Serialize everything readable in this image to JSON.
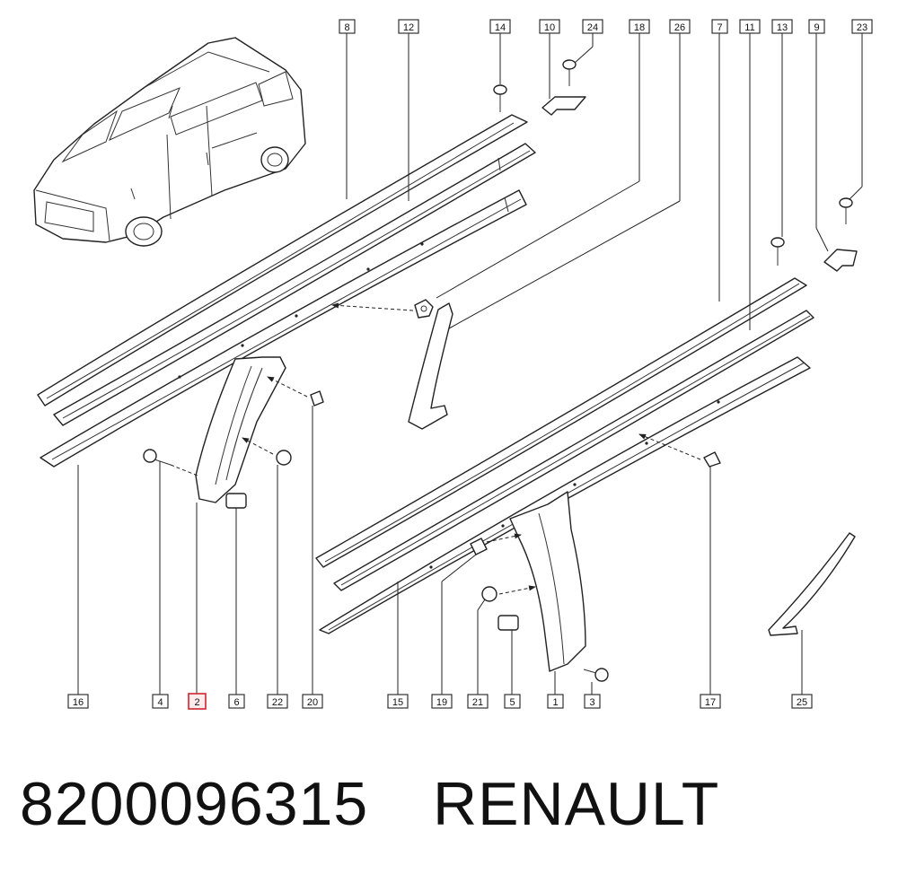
{
  "caption": {
    "part_number": "8200096315",
    "brand": "RENAULT"
  },
  "top_callouts": [
    "8",
    "12",
    "14",
    "10",
    "24",
    "18",
    "26",
    "7",
    "11",
    "13",
    "9",
    "23"
  ],
  "bottom_callouts": [
    "16",
    "4",
    "2",
    "6",
    "22",
    "20",
    "15",
    "19",
    "21",
    "5",
    "1",
    "3",
    "17",
    "25"
  ],
  "highlighted_callout": "2",
  "colors": {
    "highlight": "#d0252f",
    "line": "#222222"
  }
}
